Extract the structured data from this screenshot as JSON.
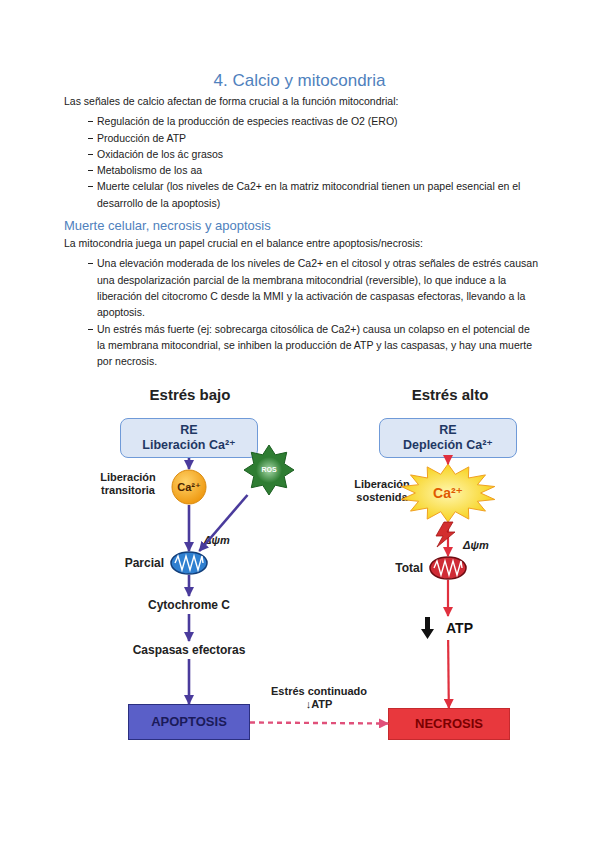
{
  "diagram": {
    "title": "4. Calcio y mitocondria",
    "nodes": [
      {
        "text": [
          "RE",
          "Liberación Ca²⁺"
        ]
      },
      {
        "text": [
          "RE",
          "Depleción Ca²⁺"
        ]
      },
      {
        "text": [
          "Ca²⁺"
        ]
      },
      {
        "text": [
          "ROS"
        ]
      },
      {
        "text": [
          "Ca²⁺"
        ]
      },
      {
        "text": [
          "Parcial",
          "Δψm"
        ]
      },
      {
        "text": [
          "Total",
          "Δψm"
        ]
      },
      {
        "text": [
          "Cytochrome C"
        ]
      },
      {
        "text": [
          "ATP"
        ]
      },
      {
        "text": [
          "Caspasas efectoras"
        ]
      },
      {
        "text": [
          "APOPTOSIS"
        ]
      },
      {
        "text": [
          "NECROSIS"
        ]
      }
    ],
    "edges": [
      {
        "from": 0,
        "to": 2,
        "arrow": "to"
      },
      {
        "from": 2,
        "to": 5,
        "arrow": "to"
      },
      {
        "from": 3,
        "to": 5,
        "arrow": "to"
      },
      {
        "from": 5,
        "to": 7,
        "arrow": "to"
      },
      {
        "from": 7,
        "to": 9,
        "arrow": "to"
      },
      {
        "from": 9,
        "to": 10,
        "arrow": "to"
      },
      {
        "from": 1,
        "to": 4,
        "arrow": "to"
      },
      {
        "from": 4,
        "to": 6,
        "arrow": "to"
      },
      {
        "from": 6,
        "to": 8,
        "arrow": "to"
      },
      {
        "from": 8,
        "to": 11,
        "arrow": "to"
      },
      {
        "from": 10,
        "to": 11,
        "label": "Estrés continuado ↓ATP",
        "arrow": "to"
      }
    ],
    "labels": [
      "Las señales de calcio afectan de forma crucial a la función mitocondrial:",
      "Regulación de la producción de especies reactivas de O2 (ERO)",
      "Producción de ATP",
      "Oxidación de los ác grasos",
      "Metabolismo de los aa",
      "Muerte celular (los niveles de Ca2+ en la matriz mitocondrial tienen un papel esencial en el desarrollo de la apoptosis)",
      "Muerte celular, necrosis y apoptosis",
      "La mitocondria juega un papel crucial en el balance entre apoptosis/necrosis:",
      "Una elevación moderada de los niveles de Ca2+ en el citosol y otras señales de estrés causan una despolarización parcial de la membrana mitocondrial (reversible), lo que induce a la liberación del citocromo C desde la MMI y la activación de caspasas efectoras, llevando a la apoptosis.",
      "Un estrés más fuerte (ej: sobrecarga citosólica de Ca2+) causa un colapso en el potencial de la membrana mitocondrial, se inhiben la producción de ATP y las caspasas, y hay una muerte por necrosis.",
      "Estrés bajo",
      "Estrés alto",
      "Liberación transitoria",
      "Liberación sostenida"
    ]
  }
}
